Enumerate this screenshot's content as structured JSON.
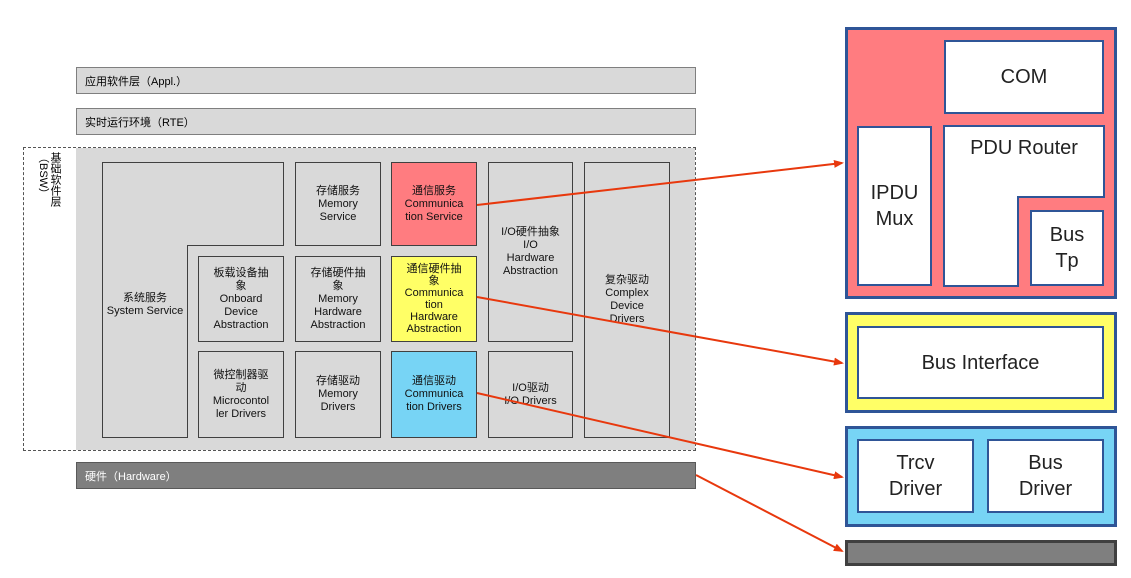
{
  "layers": {
    "appl": "应用软件层（Appl.）",
    "rte": "实时运行环境（RTE）",
    "hardware": "硬件（Hardware）"
  },
  "bsw": {
    "label_line1": "基础软件层",
    "label_line2": "（BSW）"
  },
  "modules": {
    "system_service": [
      "系统服务",
      "System Service"
    ],
    "memory_service": [
      "存储服务",
      "Memory",
      "Service"
    ],
    "communication_service": [
      "通信服务",
      "Communica",
      "tion Service"
    ],
    "io_hw_abstraction": [
      "I/O硬件抽象",
      "I/O",
      "Hardware",
      "Abstraction"
    ],
    "complex_drivers": [
      "复杂驱动",
      "Complex",
      "Device",
      "Drivers"
    ],
    "onboard_abstraction": [
      "板载设备抽",
      "象",
      "Onboard",
      "Device",
      "Abstraction"
    ],
    "memory_hw_abstraction": [
      "存储硬件抽",
      "象",
      "Memory",
      "Hardware",
      "Abstraction"
    ],
    "comm_hw_abstraction": [
      "通信硬件抽",
      "象",
      "Communica",
      "tion",
      "Hardware",
      "Abstraction"
    ],
    "mcu_drivers": [
      "微控制器驱",
      "动",
      "Microcontol",
      "ler Drivers"
    ],
    "memory_drivers": [
      "存储驱动",
      "Memory",
      "Drivers"
    ],
    "comm_drivers": [
      "通信驱动",
      "Communica",
      "tion Drivers"
    ],
    "io_drivers": [
      "I/O驱动",
      "I/O Drivers"
    ]
  },
  "stack": {
    "com": "COM",
    "pdu_router": "PDU Router",
    "ipdu_mux": [
      "IPDU",
      "Mux"
    ],
    "bus_tp": [
      "Bus",
      "Tp"
    ],
    "bus_interface": "Bus Interface",
    "trcv_driver": [
      "Trcv",
      "Driver"
    ],
    "bus_driver": [
      "Bus",
      "Driver"
    ]
  },
  "colors": {
    "service": "#ff7c80",
    "hw_abstraction": "#ffff66",
    "drivers": "#77d4f5",
    "hardware": "#7f7f7f",
    "border_blue": "#2f5597",
    "arrow": "#e8380d"
  }
}
